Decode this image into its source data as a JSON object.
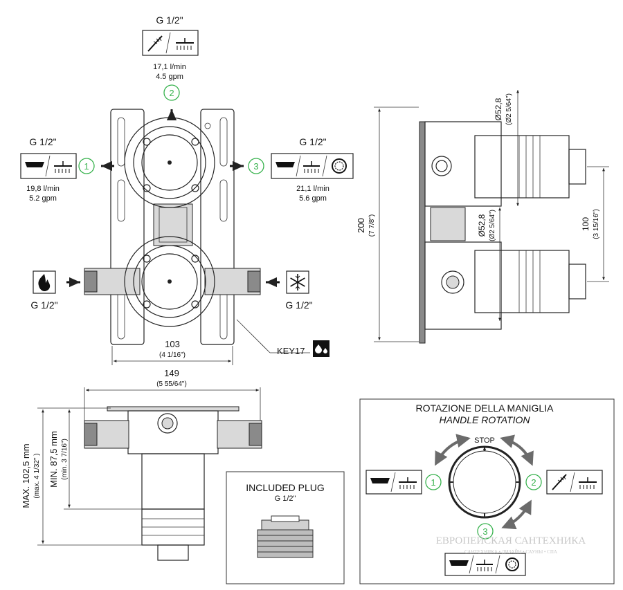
{
  "outlets": {
    "top": {
      "thread": "G 1/2\"",
      "flow_l": "17,1 l/min",
      "flow_gpm": "4.5 gpm",
      "number": "2"
    },
    "left": {
      "thread": "G 1/2\"",
      "flow_l": "19,8 l/min",
      "flow_gpm": "5.2 gpm",
      "number": "1"
    },
    "right": {
      "thread": "G 1/2\"",
      "flow_l": "21,1 l/min",
      "flow_gpm": "5.6 gpm",
      "number": "3"
    }
  },
  "inlets": {
    "hot": {
      "thread": "G 1/2\""
    },
    "cold": {
      "thread": "G 1/2\""
    }
  },
  "dimensions": {
    "width_103": "103",
    "width_103_in": "(4 1/16\")",
    "width_149": "149",
    "width_149_in": "(5 55/64\")",
    "height_200": "200",
    "height_200_in": "(7 7/8\")",
    "dia_top": "Ø52,8",
    "dia_top_in": "(Ø2 5/64\")",
    "dia_bottom": "Ø52,8",
    "dia_bottom_in": "(Ø2 5/64\")",
    "spacing_100": "100",
    "spacing_100_in": "(3 15/16\")",
    "max_depth": "MAX. 102,5 mm",
    "max_depth_in": "(max. 4 1/32\" )",
    "min_depth": "MIN. 87,5 mm",
    "min_depth_in": "(min. 3 7/16\")"
  },
  "key": {
    "label": "KEY17"
  },
  "plug": {
    "title": "INCLUDED PLUG",
    "thread": "G 1/2\""
  },
  "rotation": {
    "title_it": "ROTAZIONE DELLA MANIGLIA",
    "title_en": "HANDLE ROTATION",
    "stop": "STOP",
    "n1": "1",
    "n2": "2",
    "n3": "3"
  },
  "watermark": {
    "line1": "ЕВРОПЕЙСКАЯ САНТЕХНИКА",
    "line2": "САНТЕХНИКА • ДИЗАЙН • САУНЫ • СПА"
  },
  "colors": {
    "accent_green": "#37b24d",
    "line": "#222222"
  },
  "icons": [
    "hand-shower-icon",
    "overhead-shower-icon",
    "bathtub-icon",
    "hose-icon",
    "flame-icon",
    "snowflake-icon",
    "water-drop-icon"
  ]
}
